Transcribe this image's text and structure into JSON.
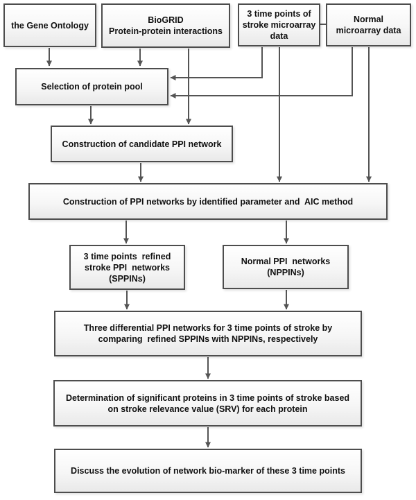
{
  "diagram_title": "Stroke PPI network analysis flowchart",
  "colors": {
    "box_border": "#4d4d4d",
    "connector_line": "#545454",
    "box_fill_top": "#ffffff",
    "box_fill_bottom": "#e9e9e9",
    "text": "#111111"
  },
  "boxes": [
    {
      "id": "gene-ontology",
      "lines": [
        "the Gene Ontology"
      ]
    },
    {
      "id": "biogrid",
      "lines": [
        "BioGRID",
        "Protein-protein interactions"
      ]
    },
    {
      "id": "stroke-microarray",
      "lines": [
        "3 time points of",
        "stroke microarray",
        "data"
      ]
    },
    {
      "id": "normal-microarray",
      "lines": [
        "Normal",
        "microarray data"
      ]
    },
    {
      "id": "protein-pool",
      "lines": [
        "Selection of protein pool"
      ]
    },
    {
      "id": "candidate-ppi",
      "lines": [
        "Construction of candidate PPI network"
      ]
    },
    {
      "id": "ppi-aic",
      "lines": [
        "Construction of PPI networks by identified parameter and  AIC method"
      ]
    },
    {
      "id": "sppins",
      "lines": [
        "3 time points  refined",
        "stroke PPI  networks",
        "(SPPINs)"
      ]
    },
    {
      "id": "nppins",
      "lines": [
        "Normal PPI  networks",
        "(NPPINs)"
      ]
    },
    {
      "id": "three-differential",
      "lines": [
        "Three differential PPI networks for 3 time points of stroke by",
        "comparing  refined SPPINs with NPPINs, respectively"
      ]
    },
    {
      "id": "determination-srv",
      "lines": [
        "Determination of significant proteins in 3 time points of stroke based",
        "on stroke relevance value (SRV) for each protein"
      ]
    },
    {
      "id": "discuss-evolution",
      "lines": [
        "Discuss the evolution of network bio-marker of these 3 time points"
      ]
    }
  ]
}
